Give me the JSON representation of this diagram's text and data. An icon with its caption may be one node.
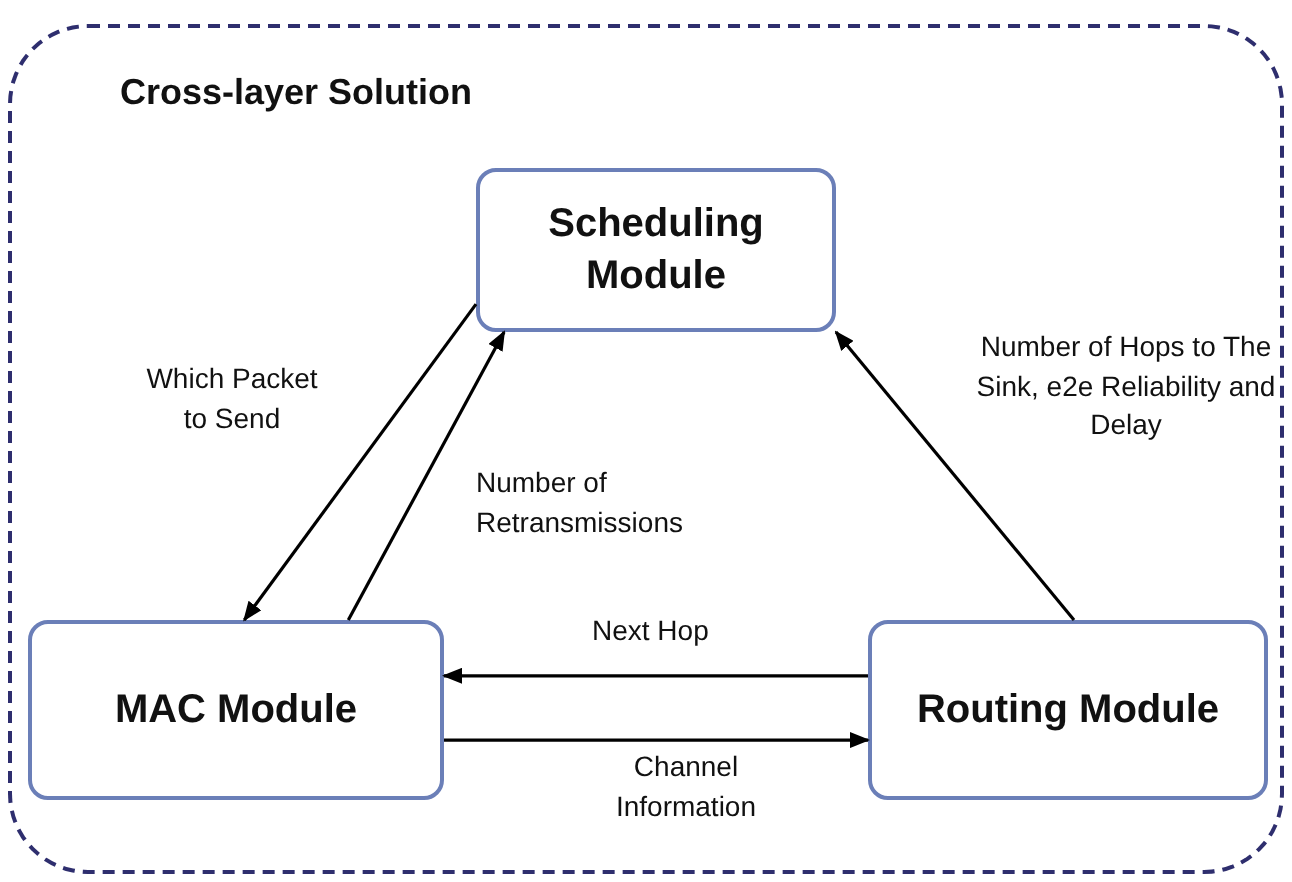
{
  "diagram": {
    "nodes": [
      {
        "text": [
          "Cross-layer Solution"
        ]
      },
      {
        "text": [
          "Scheduling Module"
        ],
        "in": 0
      },
      {
        "text": [
          "MAC Module"
        ],
        "in": 0
      },
      {
        "text": [
          "Routing Module"
        ],
        "in": 0
      }
    ],
    "edges": [
      {
        "from": 1,
        "to": 2,
        "arrow": "to",
        "label": "Which Packet to Send"
      },
      {
        "from": 2,
        "to": 1,
        "arrow": "to",
        "label": "Number of Retransmissions"
      },
      {
        "from": 3,
        "to": 1,
        "arrow": "to",
        "label": "Number of Hops to The Sink, e2e Reliability and Delay"
      },
      {
        "from": 3,
        "to": 2,
        "arrow": "to",
        "label": "Next Hop"
      },
      {
        "from": 2,
        "to": 3,
        "arrow": "to",
        "label": "Channel Information"
      }
    ]
  }
}
